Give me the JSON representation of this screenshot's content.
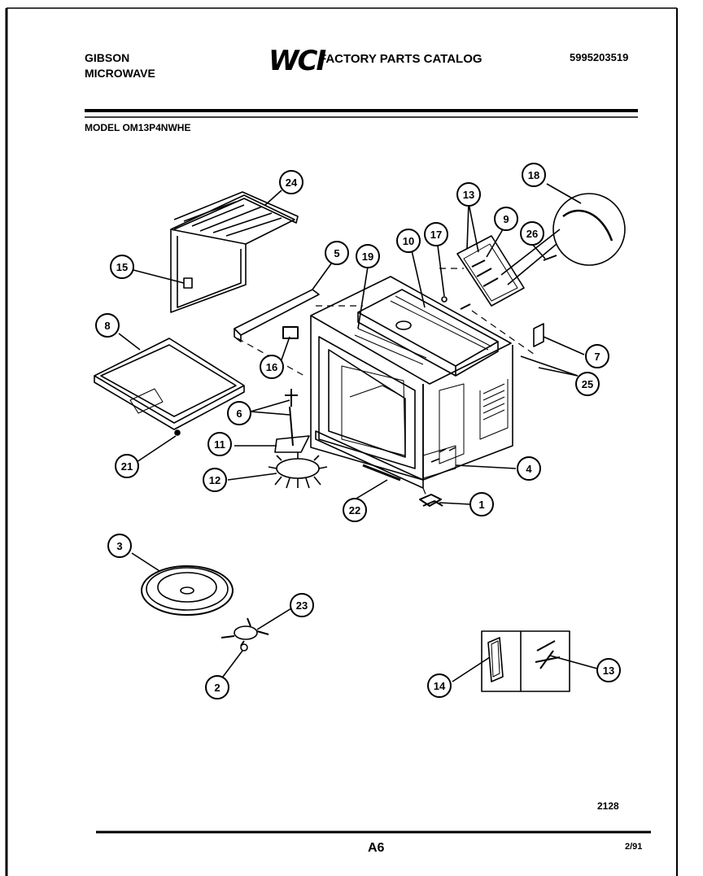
{
  "header": {
    "brand": "GIBSON",
    "product": "MICROWAVE",
    "logo": "WCI",
    "title": "FACTORY PARTS CATALOG",
    "catalog_number": "5995203519",
    "model_line": "MODEL OM13P4NWHE"
  },
  "callouts": {
    "c1": "1",
    "c2": "2",
    "c3": "3",
    "c4": "4",
    "c5": "5",
    "c6": "6",
    "c7": "7",
    "c8": "8",
    "c9": "9",
    "c10": "10",
    "c11": "11",
    "c12": "12",
    "c13a": "13",
    "c13b": "13",
    "c14": "14",
    "c15": "15",
    "c16": "16",
    "c17": "17",
    "c18": "18",
    "c19": "19",
    "c21": "21",
    "c22": "22",
    "c23": "23",
    "c24": "24",
    "c25": "25",
    "c26": "26"
  },
  "footer": {
    "figure_number": "2128",
    "page": "A6",
    "date_code": "2/91"
  }
}
